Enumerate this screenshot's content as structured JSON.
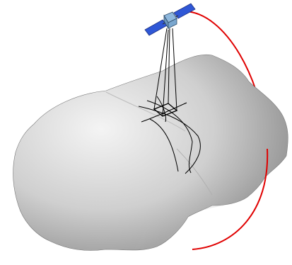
{
  "scene": {
    "background": "#ffffff",
    "body": {
      "kind": "asteroid",
      "color_light": "#f4f4f4",
      "color_mid": "#cfcfcf",
      "color_dark": "#8e8e8e"
    },
    "spacecraft": {
      "kind": "satellite",
      "panel_color": "#2f57d6",
      "bus_color": "#8fb8dd"
    },
    "orbit": {
      "color": "#e00000"
    },
    "beams": {
      "color": "#000000",
      "count": 4
    },
    "footprint": {
      "kind": "grid",
      "color": "#000000"
    }
  }
}
